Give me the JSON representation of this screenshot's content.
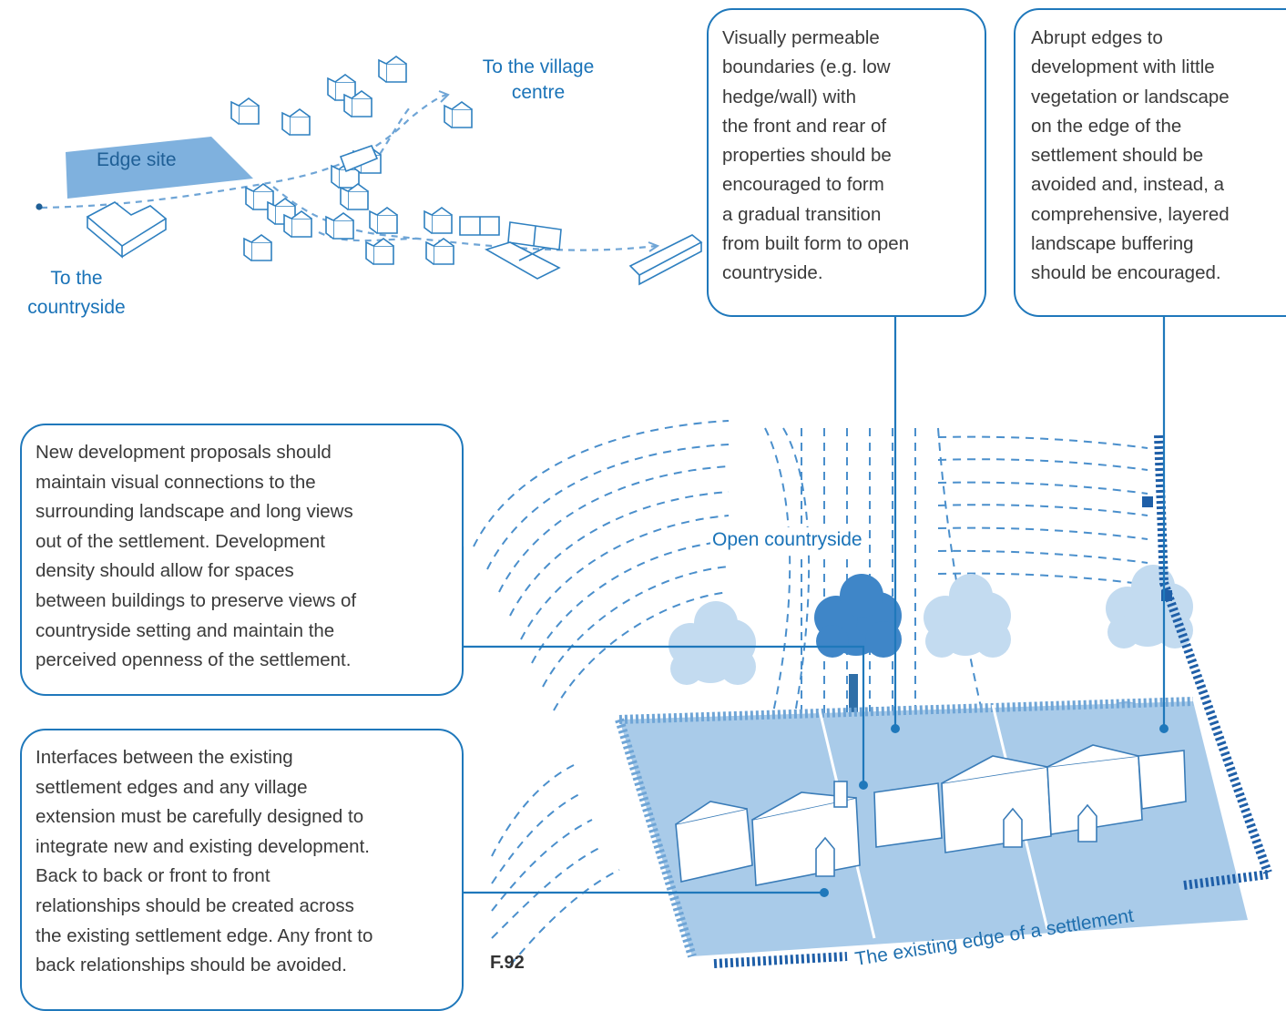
{
  "diagram": {
    "labels": {
      "village_centre": "To the village\ncentre",
      "edge_site": "Edge site",
      "countryside_top": "To the\ncountryside",
      "open_countryside": "Open countryside",
      "existing_edge": "The existing edge of a settlement"
    },
    "callouts": {
      "permeable": "Visually permeable\nboundaries (e.g. low\nhedge/wall) with\nthe front and rear of\nproperties should be\nencouraged to form\na gradual transition\nfrom built form to open\ncountryside.",
      "abrupt": "Abrupt edges to\ndevelopment with little\nvegetation or landscape\non the edge of the\nsettlement should be\navoided and, instead, a\ncomprehensive, layered\nlandscape buffering\nshould be encouraged.",
      "visual_connections": "New development proposals should\nmaintain visual connections to the\nsurrounding landscape and long views\nout of the settlement. Development\ndensity should allow for spaces\nbetween buildings to preserve views of\ncountryside setting and maintain the\nperceived openness of the settlement.",
      "interfaces": "Interfaces between the existing\nsettlement edges and any village\nextension must be carefully designed to\nintegrate new and existing development.\nBack to back or front to front\nrelationships should be created across\nthe existing settlement edge. Any front to\nback relationships should be avoided."
    },
    "figure_number": "F.92",
    "colors": {
      "primary": "#1f78bb",
      "site_fill": "#7fb1de",
      "plot_fill": "#a9cbe9",
      "light": "#cfe2f4"
    }
  }
}
